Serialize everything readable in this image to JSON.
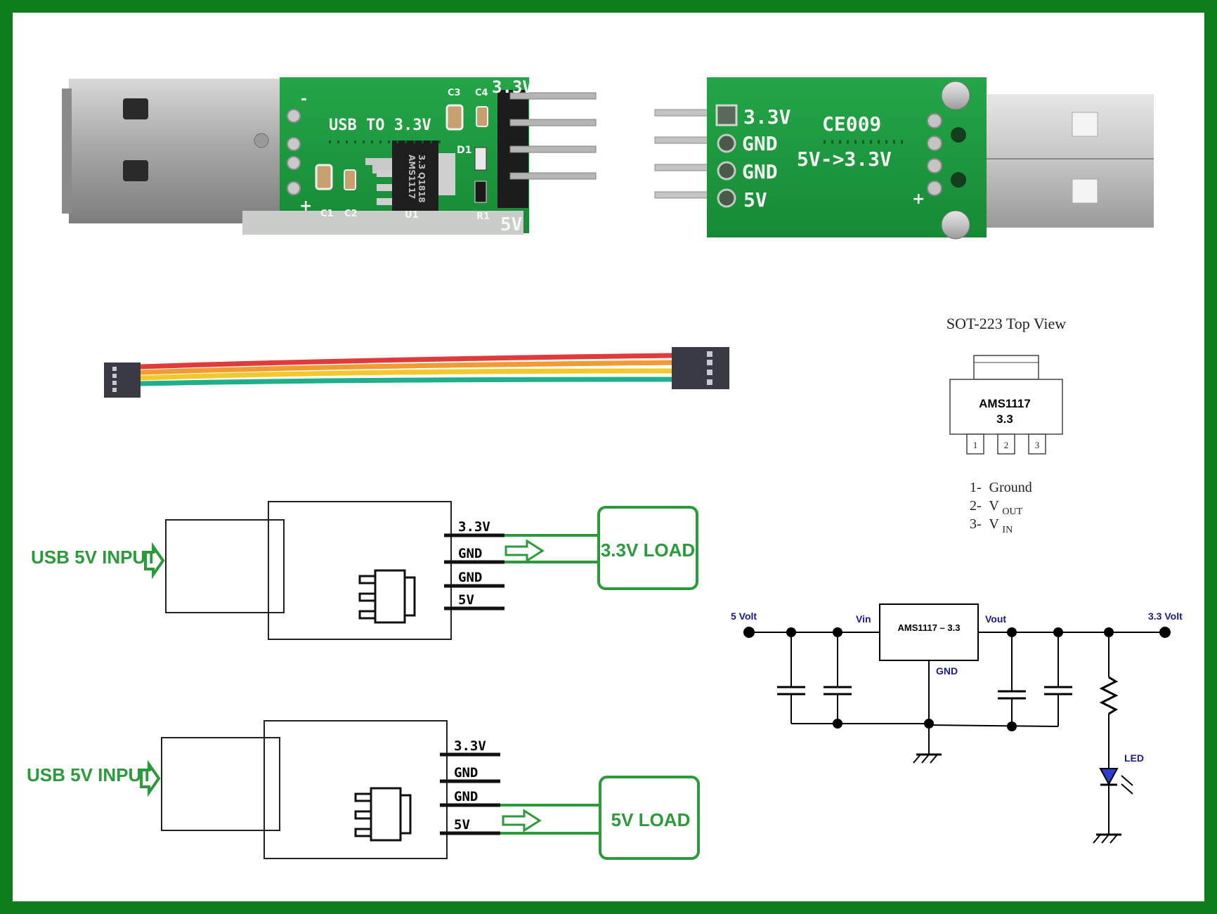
{
  "board_front": {
    "minus": "-",
    "plus": "+",
    "title": "USB TO 3.3V",
    "pin_top": "3.3V",
    "pin_bottom": "5V",
    "chip_line1": "AMS1117",
    "chip_line2": "3.3",
    "chip_line3": "Q1818",
    "labels": {
      "c1": "C1",
      "c2": "C2",
      "c3": "C3",
      "c4": "C4",
      "d1": "D1",
      "r1": "R1",
      "u1": "U1"
    }
  },
  "board_back": {
    "pins": [
      "3.3V",
      "GND",
      "GND",
      "5V"
    ],
    "model": "CE009",
    "conversion": "5V->3.3V",
    "plus": "+"
  },
  "sot223": {
    "title": "SOT-223 Top View",
    "chip_line1": "AMS1117",
    "chip_line2": "3.3",
    "pin_numbers": [
      "1",
      "2",
      "3"
    ],
    "pinout": [
      {
        "num": "1-",
        "name": "Ground",
        "sub": ""
      },
      {
        "num": "2-",
        "name": "V",
        "sub": "OUT"
      },
      {
        "num": "3-",
        "name": "V",
        "sub": "IN"
      }
    ]
  },
  "wiring": [
    {
      "input": "USB 5V INPUT",
      "pins": [
        "3.3V",
        "GND",
        "GND",
        "5V"
      ],
      "load": "3.3V LOAD"
    },
    {
      "input": "USB 5V INPUT",
      "pins": [
        "3.3V",
        "GND",
        "GND",
        "5V"
      ],
      "load": "5V LOAD"
    }
  ],
  "schematic": {
    "in_label": "5 Volt",
    "out_label": "3.3 Volt",
    "vin": "Vin",
    "vout": "Vout",
    "regulator": "AMS1117 – 3.3",
    "gnd": "GND",
    "led": "LED"
  },
  "colors": {
    "frame": "#0c7d1a",
    "pcb": "#1f9a3f",
    "diagram_green": "#2b9a3a",
    "schematic_blue": "#1a1a8c"
  }
}
